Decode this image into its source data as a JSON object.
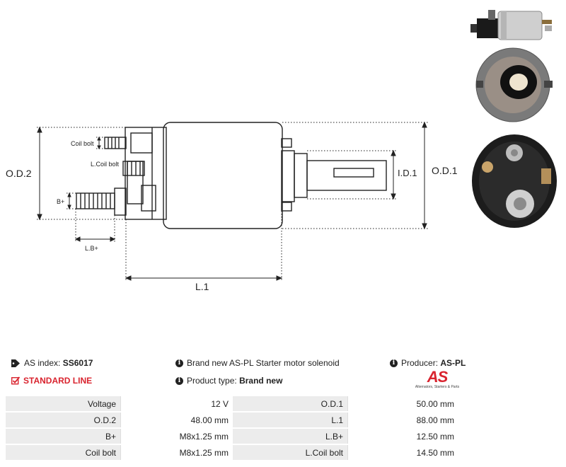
{
  "diagram": {
    "labels": {
      "od2": "O.D.2",
      "od1": "O.D.1",
      "id1": "I.D.1",
      "l1": "L.1",
      "coil_bolt": "Coil bolt",
      "l_coil_bolt": "L.Coil bolt",
      "bplus": "B+",
      "l_bplus": "L.B+"
    }
  },
  "info": {
    "as_index_label": "AS index:",
    "as_index_value": "SS6017",
    "line": "STANDARD LINE",
    "description": "Brand new AS-PL Starter motor solenoid",
    "product_type_label": "Product type:",
    "product_type_value": "Brand new",
    "producer_label": "Producer:",
    "producer_value": "AS-PL"
  },
  "logo": {
    "mark": "AS",
    "tagline": "Alternators, Starters & Parts"
  },
  "specs": [
    {
      "l1": "Voltage",
      "v1": "12 V",
      "l2": "O.D.1",
      "v2": "50.00 mm"
    },
    {
      "l1": "O.D.2",
      "v1": "48.00 mm",
      "l2": "L.1",
      "v2": "88.00 mm"
    },
    {
      "l1": "B+",
      "v1": "M8x1.25 mm",
      "l2": "L.B+",
      "v2": "12.50 mm"
    },
    {
      "l1": "Coil bolt",
      "v1": "M8x1.25 mm",
      "l2": "L.Coil bolt",
      "v2": "14.50 mm"
    }
  ],
  "colors": {
    "accent": "#d9232e",
    "table_label_bg": "#ececec"
  },
  "icons": {
    "tag": "tag-icon",
    "check": "checkbox-icon",
    "info": "info-icon"
  }
}
